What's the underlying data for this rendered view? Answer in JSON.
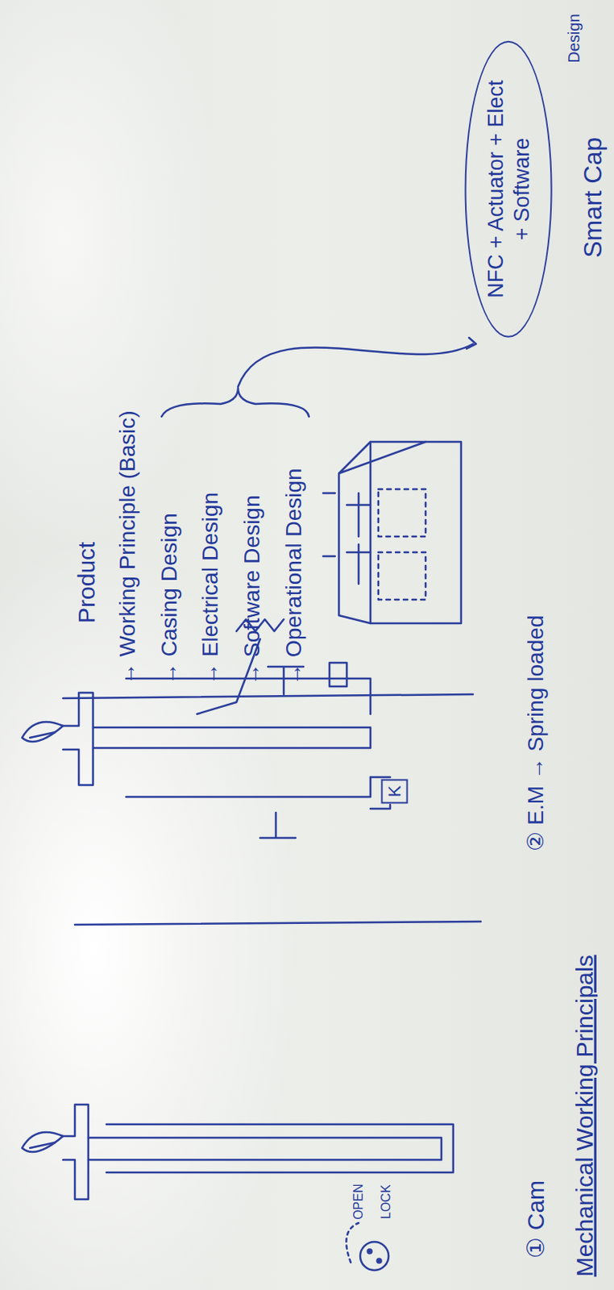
{
  "diagram": {
    "nodes": [
      {
        "text": [
          "NFC + Actuator + Elect",
          "+ Software"
        ]
      },
      {
        "text": [
          "K"
        ]
      }
    ],
    "labels": [
      "Product",
      "→ Working Principle (Basic)",
      "→ Casing Design",
      "→ Electrical Design",
      "→ Software Design",
      "→ Operational Design",
      "Design",
      "Smart Cap",
      "OPEN",
      "LOCK",
      "① Cam",
      "② E.M → Spring loaded",
      "Mechanical Working Principals"
    ]
  }
}
